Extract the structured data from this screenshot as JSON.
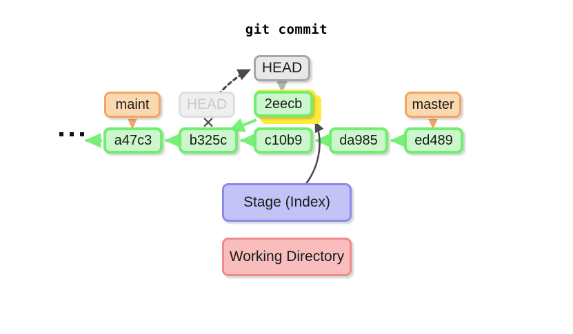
{
  "title": "git commit",
  "diagram": {
    "type": "git-commit-graph",
    "background_color": "#ffffff",
    "ellipsis": "...",
    "x_mark": "✕",
    "colors": {
      "commit_fill": "#ccf7cc",
      "commit_border": "#70ee70",
      "branch_fill": "#fbd9b0",
      "branch_border": "#f4a460",
      "head_fill": "#e8e8e8",
      "head_border": "#a6a6a6",
      "head_faded_fill": "#efefef",
      "head_faded_text": "#c9c9c9",
      "highlight": "#ffe93c",
      "stage_fill": "#c3c3f7",
      "stage_border": "#8a8ae8",
      "workdir_fill": "#f9bdbd",
      "workdir_border": "#ef8a8a",
      "arrow_green": "#78ef78",
      "arrow_orange": "#f4a460",
      "arrow_gray": "#b3b3b3",
      "arrow_dark": "#4a4a4a"
    },
    "commits": [
      {
        "id": "a47c3"
      },
      {
        "id": "b325c"
      },
      {
        "id": "c10b9"
      },
      {
        "id": "da985"
      },
      {
        "id": "ed489"
      }
    ],
    "new_commit": {
      "id": "2eecb",
      "highlighted": true
    },
    "branches": [
      {
        "label": "maint",
        "points_to": "a47c3"
      },
      {
        "label": "master",
        "points_to": "ed489"
      }
    ],
    "head": {
      "label": "HEAD",
      "points_to": "2eecb"
    },
    "head_previous": {
      "label": "HEAD",
      "points_to": "b325c",
      "state": "detached-faded"
    },
    "areas": [
      {
        "label": "Stage (Index)"
      },
      {
        "label": "Working Directory"
      }
    ]
  }
}
